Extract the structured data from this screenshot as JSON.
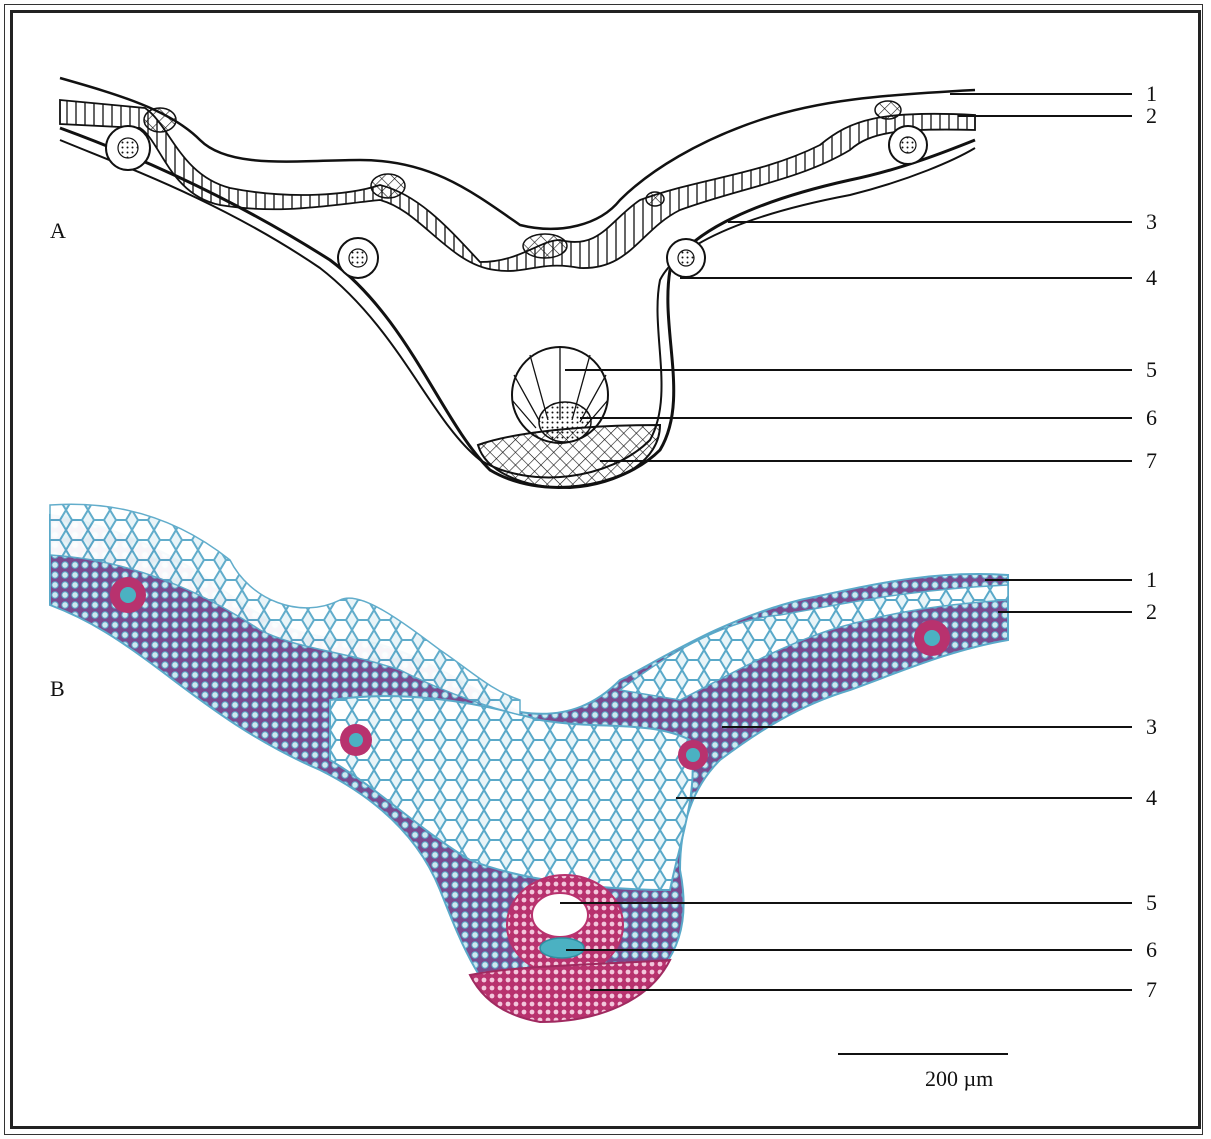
{
  "panels": [
    {
      "id": "A",
      "letter": "A",
      "labels": [
        "1",
        "2",
        "3",
        "4",
        "5",
        "6",
        "7"
      ]
    },
    {
      "id": "B",
      "letter": "B",
      "labels": [
        "1",
        "2",
        "3",
        "4",
        "5",
        "6",
        "7"
      ]
    }
  ],
  "scale_bar": {
    "text": "200 µm"
  },
  "colors": {
    "line": "#111111",
    "stain_blue": "#5aa9c9",
    "stain_magenta": "#b8326e",
    "stain_purple": "#7b4b8f",
    "cell_fill": "#ffffff"
  }
}
